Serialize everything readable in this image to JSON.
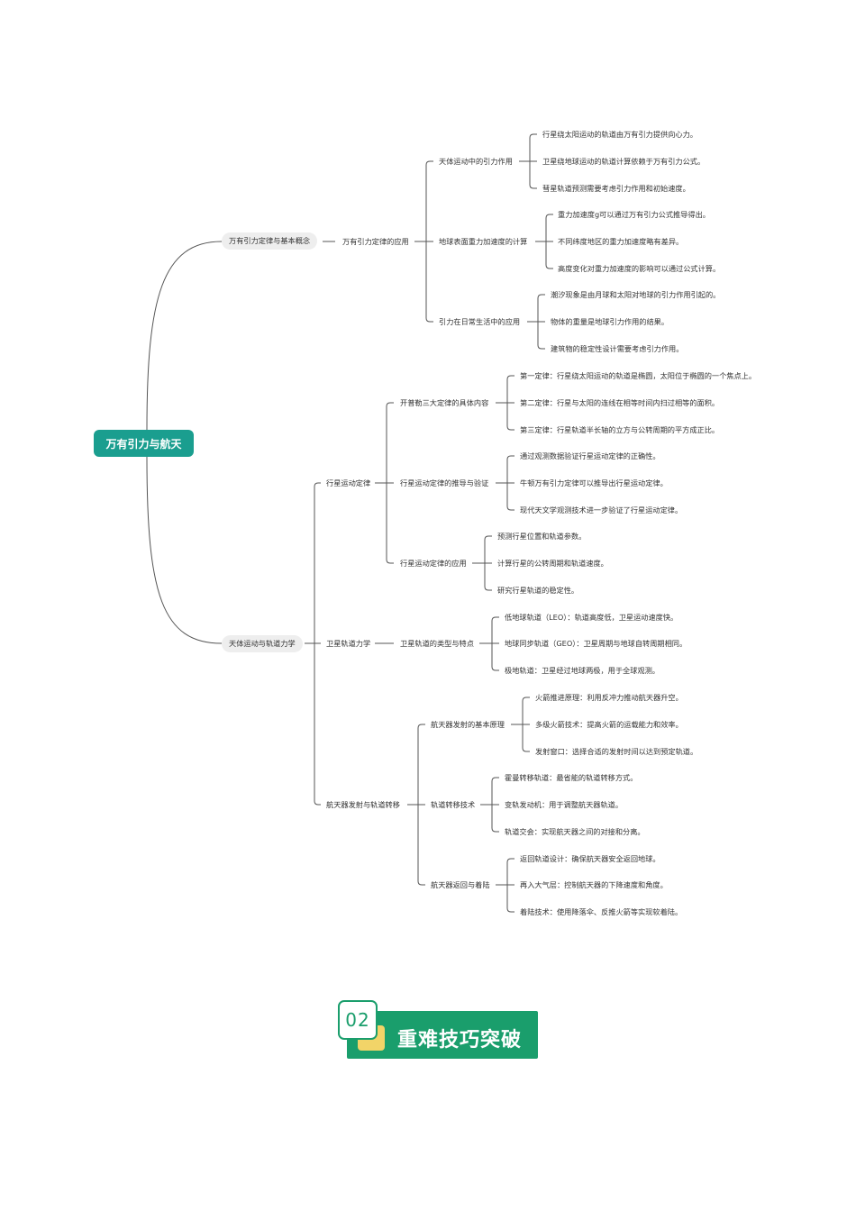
{
  "mindmap": {
    "root": "万有引力与航天",
    "branch1": {
      "label": "万有引力定律与基本概念",
      "child": "万有引力定律的应用",
      "groups": [
        {
          "label": "天体运动中的引力作用",
          "items": [
            "行星绕太阳运动的轨道由万有引力提供向心力。",
            "卫星绕地球运动的轨道计算依赖于万有引力公式。",
            "彗星轨道预测需要考虑引力作用和初始速度。"
          ]
        },
        {
          "label": "地球表面重力加速度的计算",
          "items": [
            "重力加速度g可以通过万有引力公式推导得出。",
            "不同纬度地区的重力加速度略有差异。",
            "高度变化对重力加速度的影响可以通过公式计算。"
          ]
        },
        {
          "label": "引力在日常生活中的应用",
          "items": [
            "潮汐现象是由月球和太阳对地球的引力作用引起的。",
            "物体的重量是地球引力作用的结果。",
            "建筑物的稳定性设计需要考虑引力作用。"
          ]
        }
      ]
    },
    "branch2": {
      "label": "天体运动与轨道力学",
      "subs": [
        {
          "label": "行星运动定律",
          "groups": [
            {
              "label": "开普勒三大定律的具体内容",
              "items": [
                "第一定律：行星绕太阳运动的轨道是椭圆，太阳位于椭圆的一个焦点上。",
                "第二定律：行星与太阳的连线在相等时间内扫过相等的面积。",
                "第三定律：行星轨道半长轴的立方与公转周期的平方成正比。"
              ]
            },
            {
              "label": "行星运动定律的推导与验证",
              "items": [
                "通过观测数据验证行星运动定律的正确性。",
                "牛顿万有引力定律可以推导出行星运动定律。",
                "现代天文学观测技术进一步验证了行星运动定律。"
              ]
            },
            {
              "label": "行星运动定律的应用",
              "items": [
                "预测行星位置和轨道参数。",
                "计算行星的公转周期和轨道速度。",
                "研究行星轨道的稳定性。"
              ]
            }
          ]
        },
        {
          "label": "卫星轨道力学",
          "groups": [
            {
              "label": "卫星轨道的类型与特点",
              "items": [
                "低地球轨道（LEO）：轨道高度低，卫星运动速度快。",
                "地球同步轨道（GEO）：卫星周期与地球自转周期相同。",
                "极地轨道：卫星经过地球两极，用于全球观测。"
              ]
            }
          ]
        },
        {
          "label": "航天器发射与轨道转移",
          "groups": [
            {
              "label": "航天器发射的基本原理",
              "items": [
                "火箭推进原理：利用反冲力推动航天器升空。",
                "多级火箭技术：提高火箭的运载能力和效率。",
                "发射窗口：选择合适的发射时间以达到预定轨道。"
              ]
            },
            {
              "label": "轨道转移技术",
              "items": [
                "霍曼转移轨道：最省能的轨道转移方式。",
                "变轨发动机：用于调整航天器轨道。",
                "轨道交会：实现航天器之间的对接和分离。"
              ]
            },
            {
              "label": "航天器返回与着陆",
              "items": [
                "返回轨道设计：确保航天器安全返回地球。",
                "再入大气层：控制航天器的下降速度和角度。",
                "着陆技术：使用降落伞、反推火箭等实现软着陆。"
              ]
            }
          ]
        }
      ]
    }
  },
  "section_badge": {
    "number": "02",
    "title": "重难技巧突破"
  },
  "colors": {
    "root_fill": "#1a9e8f",
    "badge_fill": "#1a9e6c",
    "accent": "#f2d468",
    "line": "#555555"
  }
}
